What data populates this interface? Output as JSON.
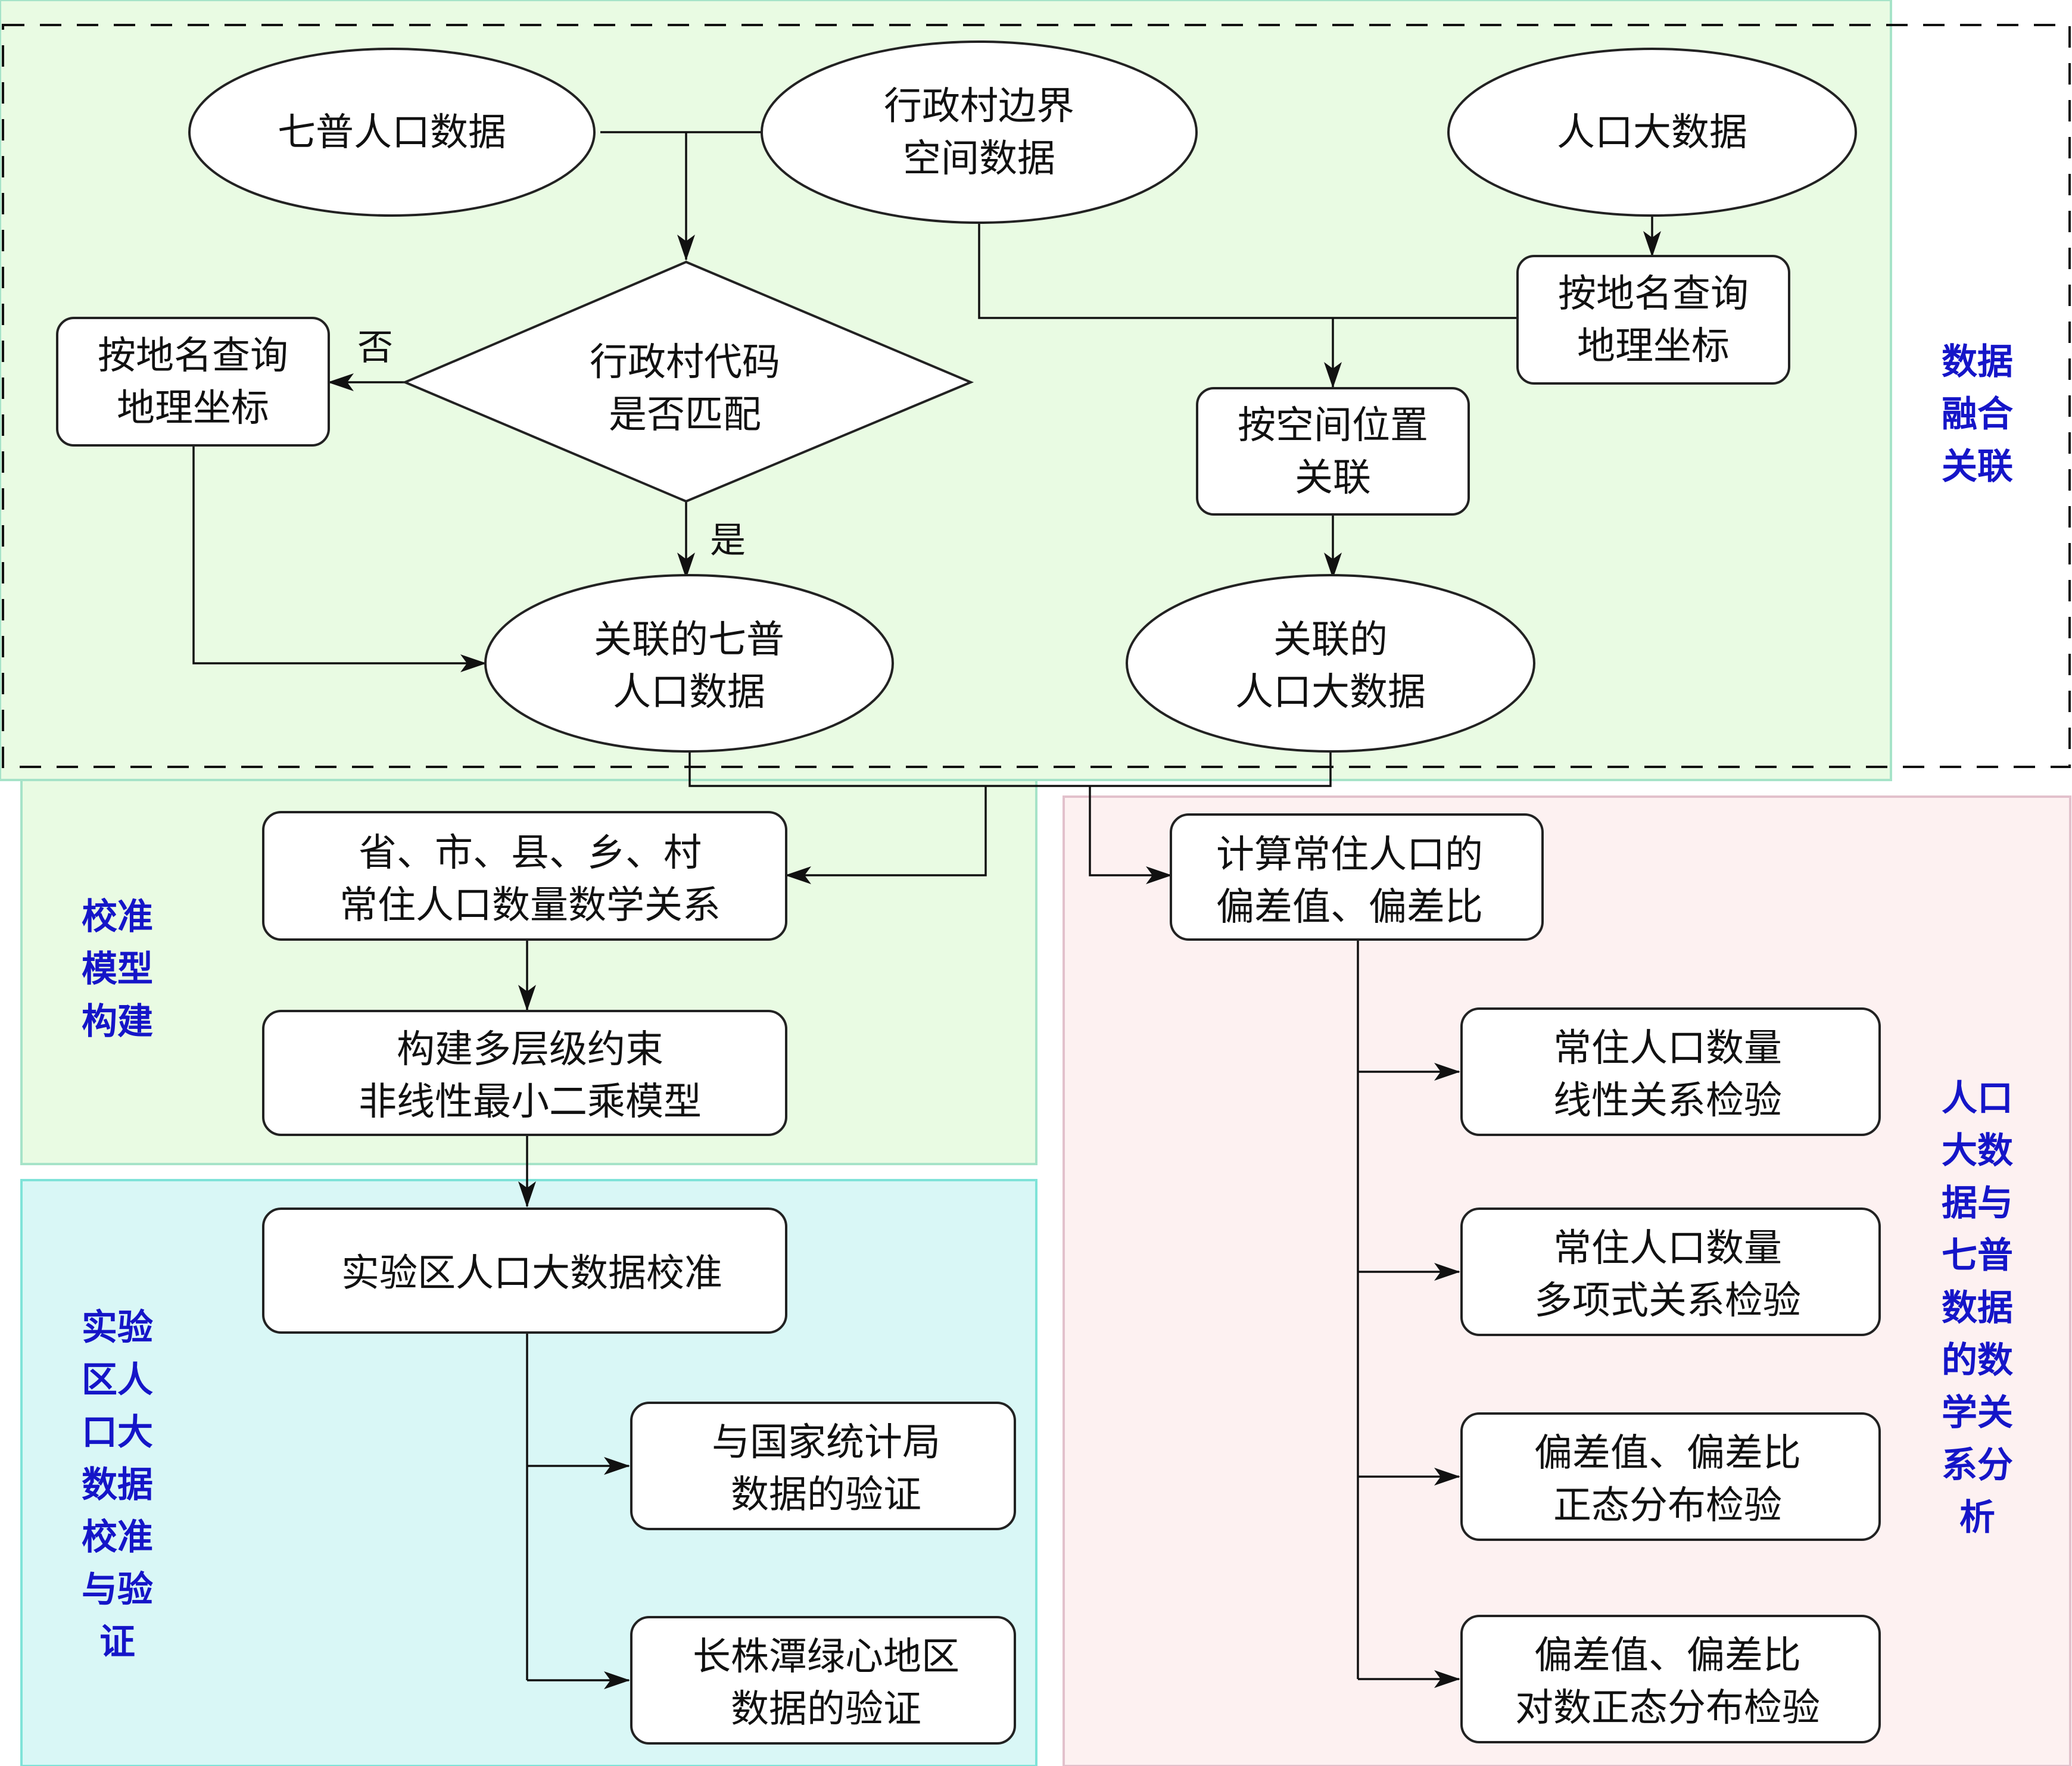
{
  "colors": {
    "fusion_region": "#e9fbe3",
    "fusion_region_border": "#a6e3c8",
    "calibration_region": "#e9fbe3",
    "calibration_region_border": "#a6e3c8",
    "validation_region": "#d9f7f6",
    "validation_region_border": "#7fe3d8",
    "analysis_region": "#fdf1f1",
    "analysis_region_border": "#e2c1cc",
    "side_label": "#1515c8",
    "node_fill": "#ffffff",
    "node_stroke": "#222222",
    "edge": "#111111"
  },
  "regions": {
    "fusion": [
      "数据",
      "融合",
      "关联"
    ],
    "calibration": [
      "校准",
      "模型",
      "构建"
    ],
    "validation": [
      "实验",
      "区人",
      "口大",
      "数据",
      "校准",
      "与验",
      "证"
    ],
    "analysis": [
      "人口",
      "大数",
      "据与",
      "七普",
      "数据",
      "的数",
      "学关",
      "系分",
      "析"
    ]
  },
  "nodes": {
    "census7": [
      "七普人口数据"
    ],
    "boundary": [
      "行政村边界",
      "空间数据"
    ],
    "bigdata": [
      "人口大数据"
    ],
    "geocode_left": [
      "按地名查询",
      "地理坐标"
    ],
    "code_match": [
      "行政村代码",
      "是否匹配"
    ],
    "geocode_right": [
      "按地名查询",
      "地理坐标"
    ],
    "spatial_join": [
      "按空间位置",
      "关联"
    ],
    "linked_census": [
      "关联的七普",
      "人口数据"
    ],
    "linked_bigdata": [
      "关联的",
      "人口大数据"
    ],
    "admin_relation": [
      "省、市、县、乡、村",
      "常住人口数量数学关系"
    ],
    "nls_model": [
      "构建多层级约束",
      "非线性最小二乘模型"
    ],
    "calibrate": [
      "实验区人口大数据校准"
    ],
    "verify_nbs": [
      "与国家统计局",
      "数据的验证"
    ],
    "verify_czt": [
      "长株潭绿心地区",
      "数据的验证"
    ],
    "deviation": [
      "计算常住人口的",
      "偏差值、偏差比"
    ],
    "linear_test": [
      "常住人口数量",
      "线性关系检验"
    ],
    "poly_test": [
      "常住人口数量",
      "多项式关系检验"
    ],
    "normal_test": [
      "偏差值、偏差比",
      "正态分布检验"
    ],
    "lognormal_test": [
      "偏差值、偏差比",
      "对数正态分布检验"
    ]
  },
  "edge_labels": {
    "no": "否",
    "yes": "是"
  }
}
